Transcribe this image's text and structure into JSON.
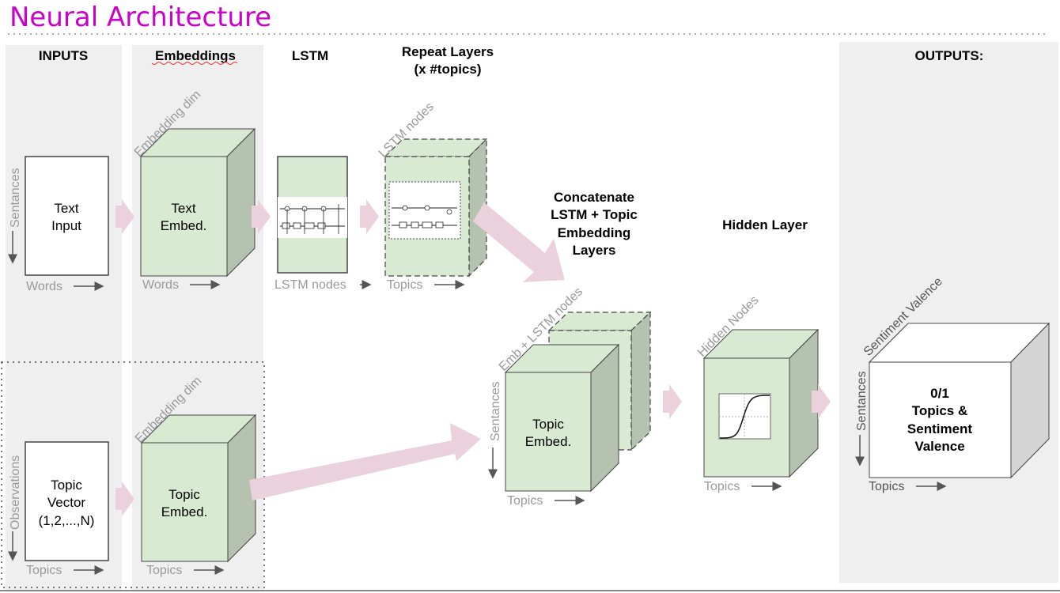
{
  "title": "Neural Architecture",
  "colors": {
    "title": "#cc00cc",
    "panel": "#efefef",
    "face": "#d9ead3",
    "side": "#b6c2b0",
    "arrow": "#ead1dc",
    "gray_text": "#999999"
  },
  "columns": {
    "inputs": "INPUTS",
    "embeddings": "Embeddings",
    "lstm": "LSTM",
    "repeat_line1": "Repeat Layers",
    "repeat_line2": "(x #topics)",
    "concat": [
      "Concatenate",
      "LSTM + Topic",
      "Embedding",
      "Layers"
    ],
    "hidden": "Hidden Layer",
    "outputs": "OUTPUTS:"
  },
  "boxes": {
    "text_input": [
      "Text",
      "Input"
    ],
    "text_embed": [
      "Text",
      "Embed."
    ],
    "topic_vector": [
      "Topic",
      "Vector",
      "(1,2,...,N)"
    ],
    "topic_embed": [
      "Topic",
      "Embed."
    ],
    "concat_embed": [
      "Topic",
      "Embed."
    ],
    "output": [
      "0/1",
      "Topics &",
      "Sentiment",
      "Valence"
    ]
  },
  "axis_labels": {
    "sentances": "Sentances",
    "words": "Words",
    "observations": "Observations",
    "topics": "Topics",
    "embedding_dim": "Embedding dim",
    "lstm_nodes": "LSTM nodes",
    "emb_lstm_nodes": "Emb + LSTM nodes",
    "hidden_nodes": "Hidden Nodes",
    "sentiment_valence": "Sentiment Valence"
  }
}
